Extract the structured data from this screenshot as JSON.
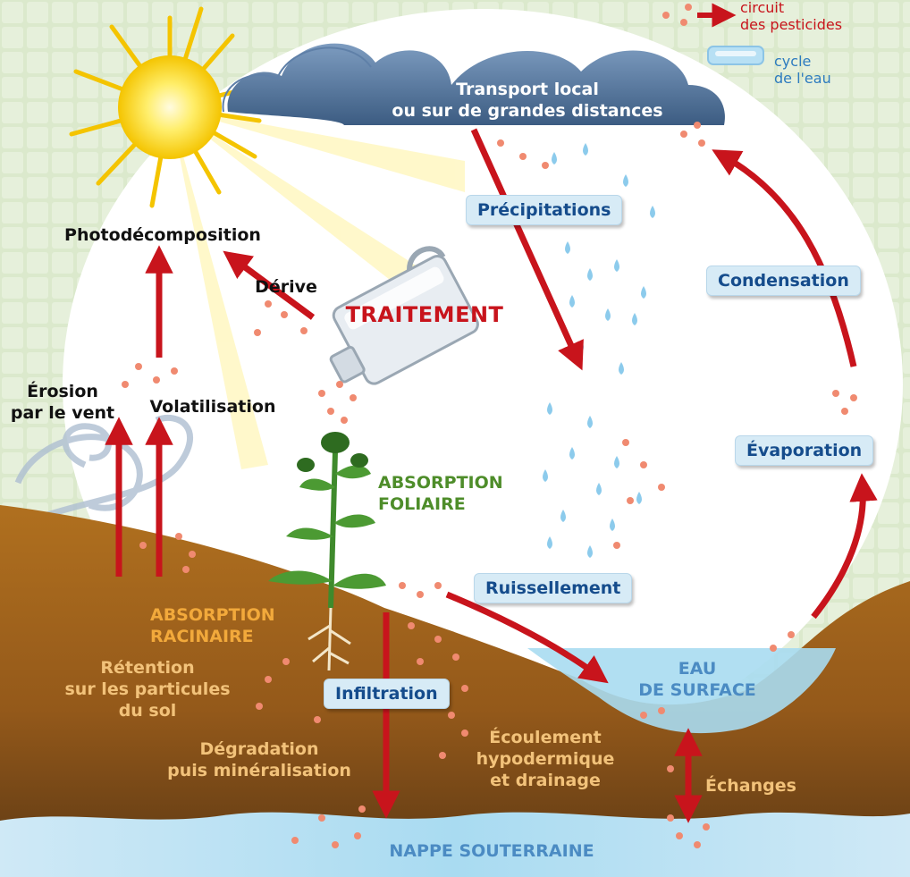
{
  "legend": {
    "pesticides": "circuit\ndes pesticides",
    "water": "cycle\nde l'eau",
    "pesticides_color": "#c8141c",
    "water_color": "#2d7bbf"
  },
  "cloud": {
    "text": "Transport local\nou sur de grandes distances"
  },
  "labels": {
    "photodecomposition": "Photodécomposition",
    "derive": "Dérive",
    "traitement": "TRAITEMENT",
    "erosion": "Érosion\npar le vent",
    "volatilisation": "Volatilisation",
    "absorption_foliaire": "ABSORPTION\nFOLIAIRE",
    "absorption_racinaire": "ABSORPTION\nRACINAIRE",
    "retention": "Rétention\nsur les particules\ndu sol",
    "degradation": "Dégradation\npuis minéralisation",
    "ecoulement": "Écoulement\nhypodermique\net drainage",
    "eau_surface": "EAU\nDE SURFACE",
    "echanges": "Échanges",
    "nappe": "NAPPE SOUTERRAINE"
  },
  "pills": {
    "precipitations": "Précipitations",
    "condensation": "Condensation",
    "evaporation": "Évaporation",
    "ruissellement": "Ruissellement",
    "infiltration": "Infiltration"
  },
  "colors": {
    "soil": "#a86a1e",
    "soil_dark": "#6b4217",
    "arrow_red": "#c8141c",
    "water_blue": "#9fd4ee",
    "sun": "#f7d21a",
    "cloud": "#4c6f96",
    "pill_text": "#154c8c",
    "plant": "#3f8a2c"
  }
}
